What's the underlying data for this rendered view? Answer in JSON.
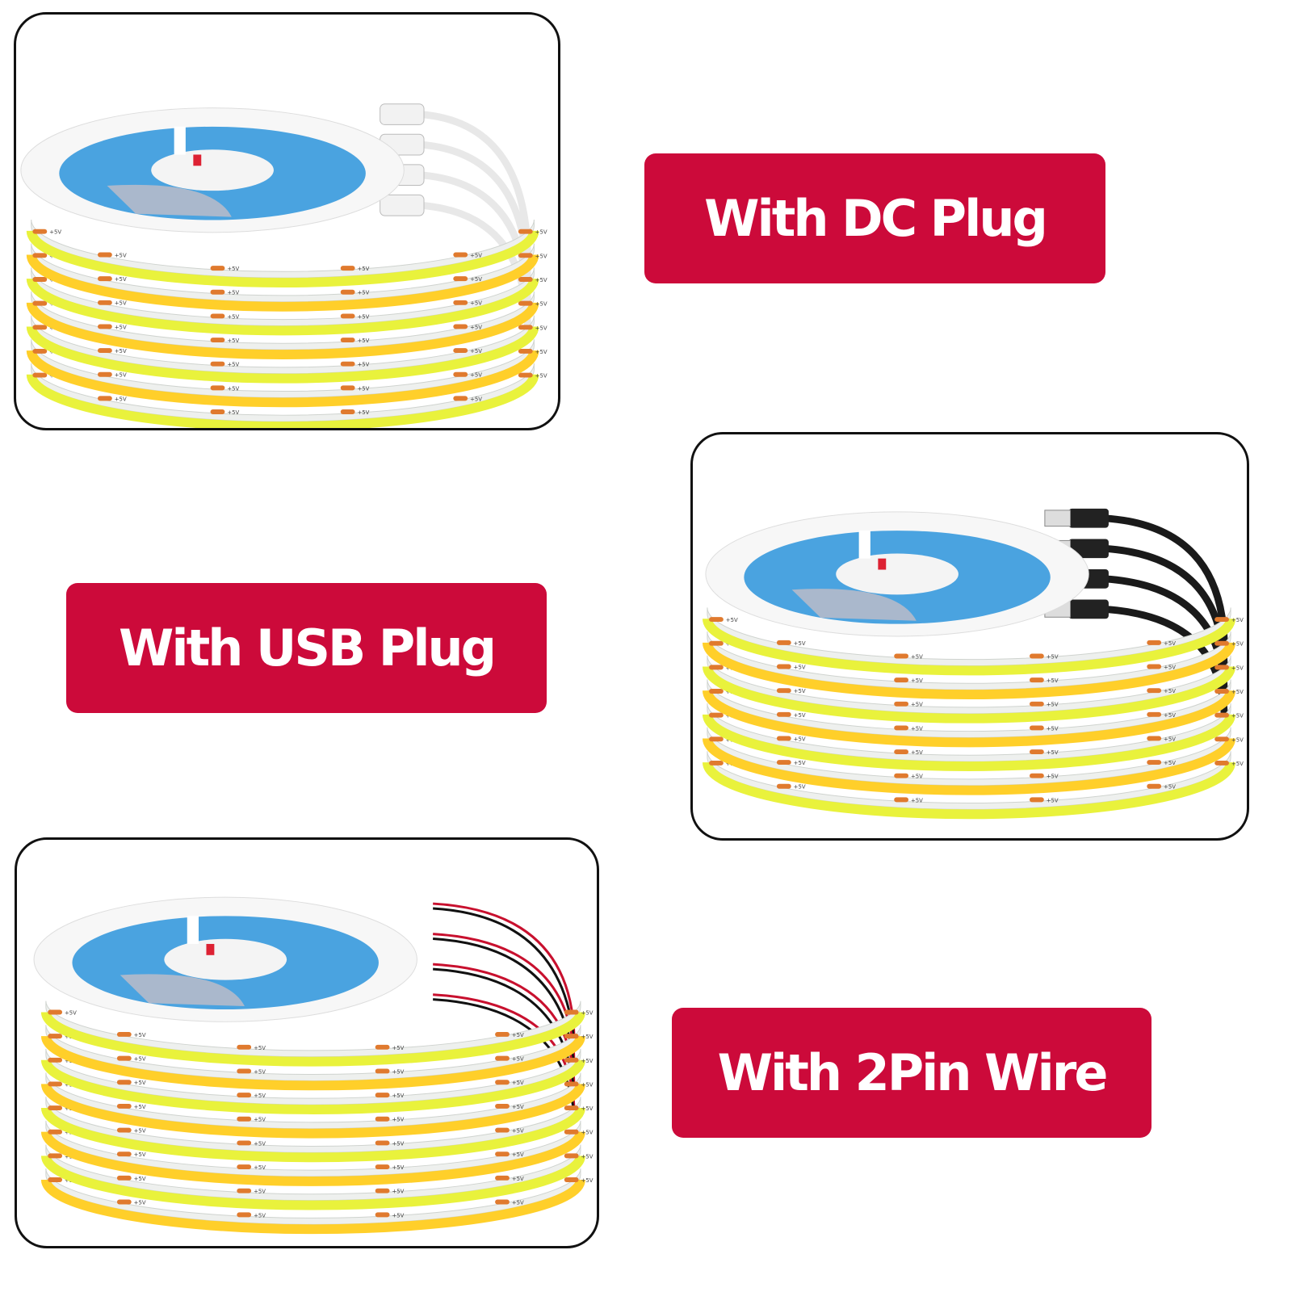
{
  "labels": {
    "dc_plug": "With DC Plug",
    "usb_plug": "With USB Plug",
    "pin_wire": "With 2Pin Wire"
  },
  "strip_label": "+5V",
  "colors": {
    "label_background": "#cc0a3a",
    "label_text": "#ffffff",
    "panel_border": "#111111",
    "strip_cool": "#e9f23c",
    "strip_warm": "#ffcf2a",
    "reel_blue": "#4aa3e0",
    "solder_pad": "#e07a2e"
  },
  "panels": [
    {
      "connector": "dc-plug",
      "cable_color": "#e8e8e8"
    },
    {
      "connector": "usb-plug",
      "cable_color": "#1a1a1a"
    },
    {
      "connector": "2pin-wire",
      "cable_color": "#c8102e"
    }
  ]
}
